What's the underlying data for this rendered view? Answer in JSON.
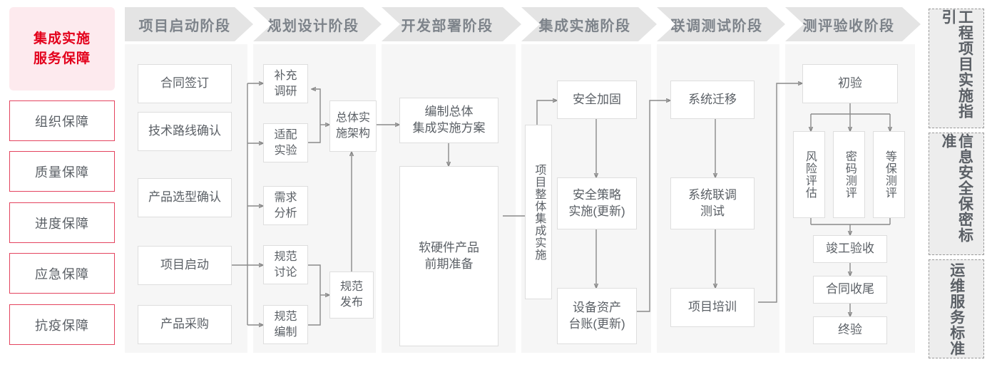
{
  "left_rail": {
    "title": "集成实施\n服务保障",
    "title_bg": "#fdeaee",
    "title_color": "#e3001b",
    "items": [
      {
        "label": "组织保障"
      },
      {
        "label": "质量保障"
      },
      {
        "label": "进度保障"
      },
      {
        "label": "应急保障"
      },
      {
        "label": "抗疫保障"
      }
    ]
  },
  "phases": [
    {
      "id": "phase-qidong",
      "header": "项目启动阶段",
      "nodes": [
        {
          "name": "node-hetong-qianding",
          "label": "合同签订"
        },
        {
          "name": "node-jishu-luxian-queren",
          "label": "技术路线确认"
        },
        {
          "name": "node-chanpin-xuanxing-queren",
          "label": "产品选型确认"
        },
        {
          "name": "node-xiangmu-qidong",
          "label": "项目启动"
        },
        {
          "name": "node-chanpin-caigou",
          "label": "产品采购"
        }
      ]
    },
    {
      "id": "phase-guihua",
      "header": "规划设计阶段",
      "nodes": [
        {
          "name": "node-buchong-diaoyan",
          "label": "补充\n调研"
        },
        {
          "name": "node-shipei-shiyan",
          "label": "适配\n实验"
        },
        {
          "name": "node-xuqiu-fenxi",
          "label": "需求\n分析"
        },
        {
          "name": "node-guifan-taolun",
          "label": "规范\n讨论"
        },
        {
          "name": "node-guifan-bianzhi",
          "label": "规范\n编制"
        },
        {
          "name": "node-zongti-shishi-jiagou",
          "label": "总体实\n施架构"
        },
        {
          "name": "node-guifan-fabu",
          "label": "规范\n发布"
        }
      ]
    },
    {
      "id": "phase-kaifa",
      "header": "开发部署阶段",
      "nodes": [
        {
          "name": "node-bianzhi-zongti-fangan",
          "label": "编制总体\n集成实施方案"
        },
        {
          "name": "node-ruanyingjian-zhunbei",
          "label": "软硬件产品\n前期准备"
        }
      ]
    },
    {
      "id": "phase-jicheng",
      "header": "集成实施阶段",
      "nodes": [
        {
          "name": "node-xiangmu-zhengti-jicheng",
          "label": "项目整体集成实施"
        },
        {
          "name": "node-anquan-jiagu",
          "label": "安全加固"
        },
        {
          "name": "node-anquan-celue",
          "label": "安全策略\n实施(更新)"
        },
        {
          "name": "node-shebei-zichan",
          "label": "设备资产\n台账(更新)"
        }
      ]
    },
    {
      "id": "phase-liandiao",
      "header": "联调测试阶段",
      "nodes": [
        {
          "name": "node-xitong-qianyi",
          "label": "系统迁移"
        },
        {
          "name": "node-xitong-liandiao-ceshi",
          "label": "系统联调\n测试"
        },
        {
          "name": "node-xiangmu-peixun",
          "label": "项目培训"
        }
      ]
    },
    {
      "id": "phase-ceping",
      "header": "测评验收阶段",
      "nodes": [
        {
          "name": "node-chuyan",
          "label": "初验"
        },
        {
          "name": "node-fengxian-pinggu",
          "label": "风险评估"
        },
        {
          "name": "node-mima-ceping",
          "label": "密码测评"
        },
        {
          "name": "node-dengbao-ceping",
          "label": "等保测评"
        },
        {
          "name": "node-jungong-yanshou",
          "label": "竣工验收"
        },
        {
          "name": "node-hetong-shouwei",
          "label": "合同收尾"
        },
        {
          "name": "node-zhongyan",
          "label": "终验"
        }
      ]
    }
  ],
  "right_rail": {
    "items": [
      {
        "name": "std-gongcheng-xiangmu",
        "label": "工程项目实施指引"
      },
      {
        "name": "std-xinxi-anquan",
        "label": "信息安全保密标准"
      },
      {
        "name": "std-yunwei-fuwu",
        "label": "运维服务标准"
      }
    ]
  },
  "colors": {
    "accent_red": "#e3001b",
    "panel_bg": "#f6f6f6",
    "header_bg": "#e4e4e4",
    "node_border": "#dedede",
    "text": "#5b6066",
    "wire": "#8a8a8a"
  }
}
